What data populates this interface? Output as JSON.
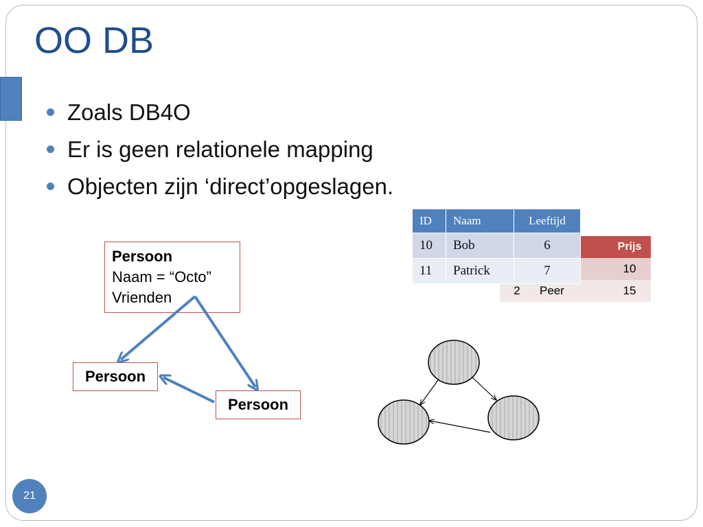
{
  "slide": {
    "title": "OO DB",
    "page_number": "21",
    "bullets": [
      "Zoals DB4O",
      "Er is geen relationele mapping",
      "Objecten zijn ‘direct’opgeslagen."
    ]
  },
  "object_diagram": {
    "main": {
      "header": "Persoon",
      "line1": "Naam  = “Octo”",
      "line2": "Vrienden"
    },
    "left": "Persoon",
    "right": "Persoon"
  },
  "person_table": {
    "headers": [
      "ID",
      "Naam",
      "Leeftijd"
    ],
    "rows": [
      [
        "10",
        "Bob",
        "6"
      ],
      [
        "11",
        "Patrick",
        "7"
      ]
    ]
  },
  "product_table": {
    "header_price": "Prijs",
    "rows": [
      [
        "",
        "",
        "10"
      ],
      [
        "2",
        "Peer",
        "15"
      ]
    ]
  },
  "colors": {
    "accent": "#4f81bd",
    "title": "#1f4e8c",
    "box_border": "#c0504d",
    "table_red": "#c0504d"
  }
}
